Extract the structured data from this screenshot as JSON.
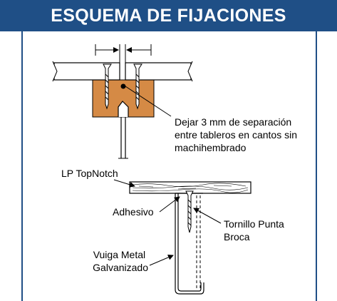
{
  "header": {
    "title": "ESQUEMA DE FIJACIONES"
  },
  "colors": {
    "header_bg": "#1f4f86",
    "wood": "#d58a45",
    "line": "#000000"
  },
  "top_detail": {
    "note_lines": [
      "Dejar 3 mm de separación",
      "entre tableros en cantos sin",
      "machihembrado"
    ]
  },
  "bottom_detail": {
    "labels": {
      "panel": "LP TopNotch",
      "adhesive": "Adhesivo",
      "screw_line1": "Tornillo Punta",
      "screw_line2": "Broca",
      "joist_line1": "Vuiga Metal",
      "joist_line2": "Galvanizado"
    }
  }
}
